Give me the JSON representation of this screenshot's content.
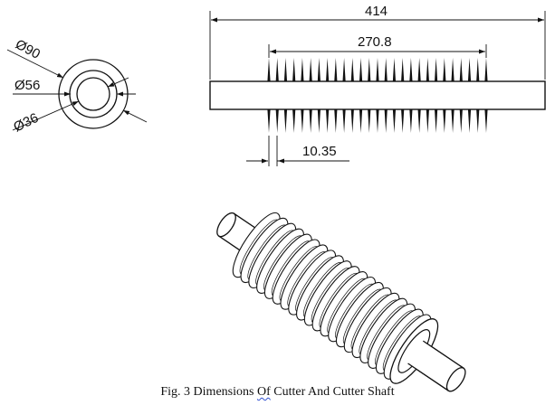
{
  "dimensions": {
    "outer_diameter": "Ø90",
    "middle_diameter": "Ø56",
    "inner_diameter": "Ø36",
    "overall_length": "414",
    "blade_section_length": "270.8",
    "blade_pitch": "10.35"
  },
  "caption": {
    "prefix": "Fig. 3 Dimensions ",
    "flagged_word": "Of",
    "suffix": " Cutter And Cutter Shaft"
  },
  "colors": {
    "line": "#111111",
    "spellcheck_underline": "#3050d0"
  }
}
